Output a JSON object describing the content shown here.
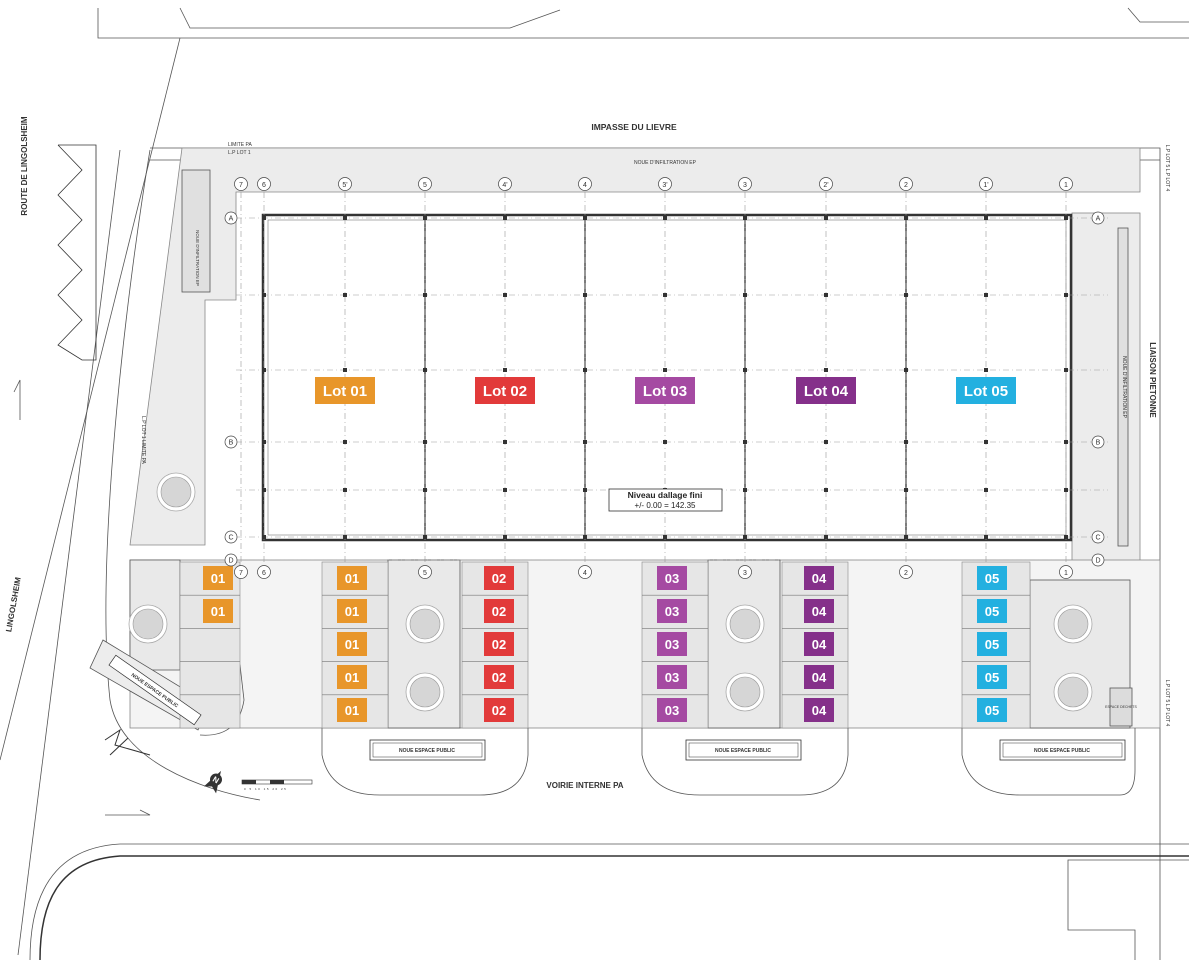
{
  "roads": {
    "impasse": "IMPASSE DU LIEVRE",
    "route_left": "ROUTE DE LINGOLSHEIM",
    "route_lower": "LINGOLSHEIM",
    "voirie": "VOIRIE INTERNE PA",
    "liaison": "LIAISON PIETONNE"
  },
  "labels": {
    "limite_pa": "LIMITE PA",
    "lp_lot1": "L.P LOT 1",
    "noue_top": "NOUE D'INFILTRATION EP",
    "noue_left": "NOUE D'INFILTRATION EP",
    "noue_right": "NOUE D'INFILTRATION EP",
    "lp_left": "L.P LOT 1 LIMITE PA",
    "lp_right_top": "L.P LOT 5 L.P LOT 4",
    "lp_right_bottom": "L.P LOT 5 L.P LOT 4",
    "noue_espace": "NOUE ESPACE PUBLIC",
    "espace_dechets": "ESPACE DECHETS"
  },
  "level": {
    "title": "Niveau dallage fini",
    "value": "+/- 0.00 = 142.35"
  },
  "axes_top": [
    "7",
    "6",
    "5'",
    "5",
    "4'",
    "4",
    "3'",
    "3",
    "2'",
    "2",
    "1'",
    "1"
  ],
  "axes_bottom": [
    "7",
    "6",
    "5",
    "4",
    "3",
    "2",
    "1"
  ],
  "axes_side": [
    "A",
    "B",
    "C",
    "D"
  ],
  "lots": [
    {
      "label": "Lot 01",
      "color": "#e8962a"
    },
    {
      "label": "Lot 02",
      "color": "#e23a3a"
    },
    {
      "label": "Lot 03",
      "color": "#a54aa2"
    },
    {
      "label": "Lot 04",
      "color": "#85308a"
    },
    {
      "label": "Lot 05",
      "color": "#23b0e0"
    }
  ],
  "parking_groups": [
    {
      "label": "01",
      "color": "#e8962a",
      "count": 2
    },
    {
      "label": "01",
      "color": "#e8962a",
      "count": 5
    },
    {
      "label": "02",
      "color": "#e23a3a",
      "count": 5
    },
    {
      "label": "03",
      "color": "#a54aa2",
      "count": 5
    },
    {
      "label": "04",
      "color": "#85308a",
      "count": 5
    },
    {
      "label": "05",
      "color": "#23b0e0",
      "count": 5
    }
  ],
  "north": "N",
  "scale_ticks": "0 5 10 15 20 25"
}
